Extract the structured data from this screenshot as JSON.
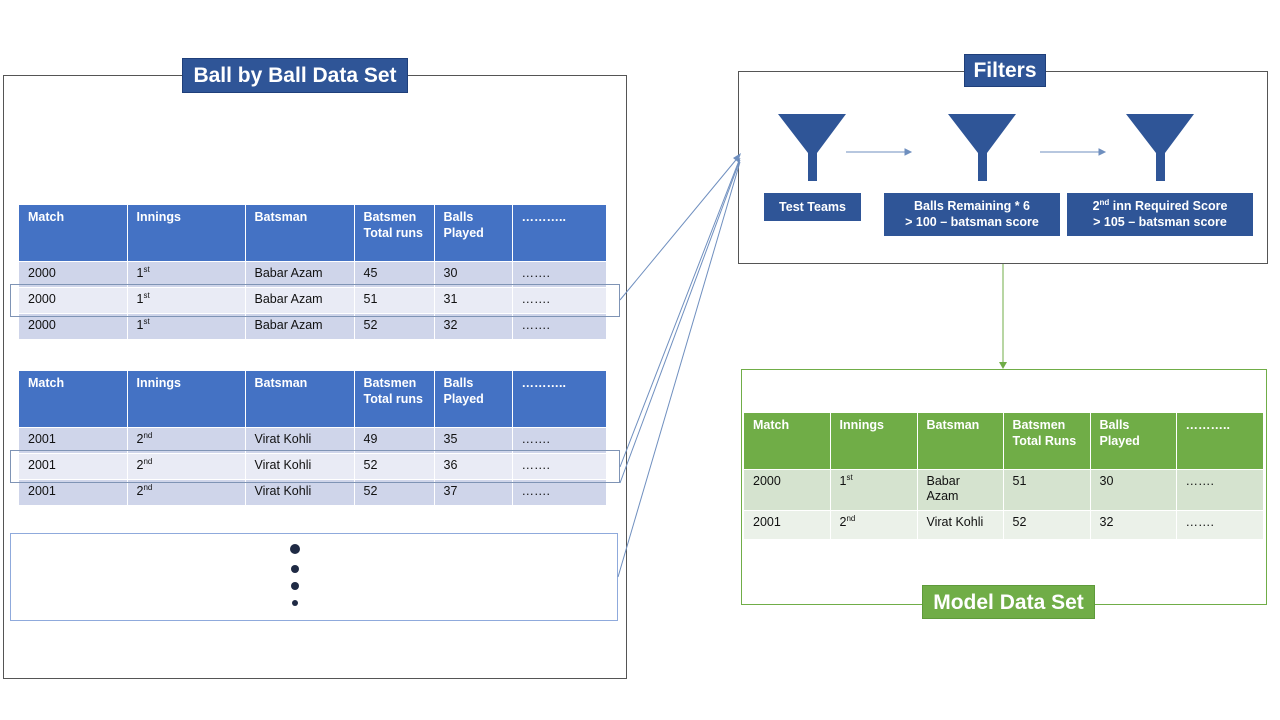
{
  "ball_by_ball": {
    "title": "Ball by Ball Data Set",
    "headers": [
      "Match",
      "Innings",
      "Batsman",
      "Batsmen Total runs",
      "Balls Played",
      "……….."
    ],
    "group1": [
      {
        "match": "2000",
        "inn_num": "1",
        "inn_sup": "st",
        "batsman": "Babar Azam",
        "runs": "45",
        "balls": "30",
        "more": "……."
      },
      {
        "match": "2000",
        "inn_num": "1",
        "inn_sup": "st",
        "batsman": "Babar Azam",
        "runs": "51",
        "balls": "31",
        "more": "……."
      },
      {
        "match": "2000",
        "inn_num": "1",
        "inn_sup": "st",
        "batsman": "Babar Azam",
        "runs": "52",
        "balls": "32",
        "more": "……."
      }
    ],
    "group2": [
      {
        "match": "2001",
        "inn_num": "2",
        "inn_sup": "nd",
        "batsman": "Virat Kohli",
        "runs": "49",
        "balls": "35",
        "more": "……."
      },
      {
        "match": "2001",
        "inn_num": "2",
        "inn_sup": "nd",
        "batsman": "Virat Kohli",
        "runs": "52",
        "balls": "36",
        "more": "……."
      },
      {
        "match": "2001",
        "inn_num": "2",
        "inn_sup": "nd",
        "batsman": "Virat Kohli",
        "runs": "52",
        "balls": "37",
        "more": "……."
      }
    ]
  },
  "filters": {
    "title": "Filters",
    "f1": {
      "line1": "Test Teams"
    },
    "f2": {
      "line1": "Balls Remaining  * 6",
      "line2": "> 100 – batsman score"
    },
    "f3": {
      "sup_prefix": "2",
      "sup": "nd",
      "line1_rest": " inn Required Score",
      "line2": "> 105 – batsman score"
    }
  },
  "model": {
    "title": "Model Data Set",
    "headers": [
      "Match",
      "Innings",
      "Batsman",
      "Batsmen Total Runs",
      "Balls Played",
      "……….."
    ],
    "rows": [
      {
        "match": "2000",
        "inn_num": "1",
        "inn_sup": "st",
        "batsman": "Babar Azam",
        "runs": "51",
        "balls": "30",
        "more": "……."
      },
      {
        "match": "2001",
        "inn_num": "2",
        "inn_sup": "nd",
        "batsman": "Virat Kohli",
        "runs": "52",
        "balls": "32",
        "more": "……."
      }
    ]
  },
  "colors": {
    "dark_blue": "#2f5597",
    "header_blue": "#4472c4",
    "row_blue": "#cfd5ea",
    "green": "#70ad47",
    "row_green": "#d5e3cf"
  }
}
